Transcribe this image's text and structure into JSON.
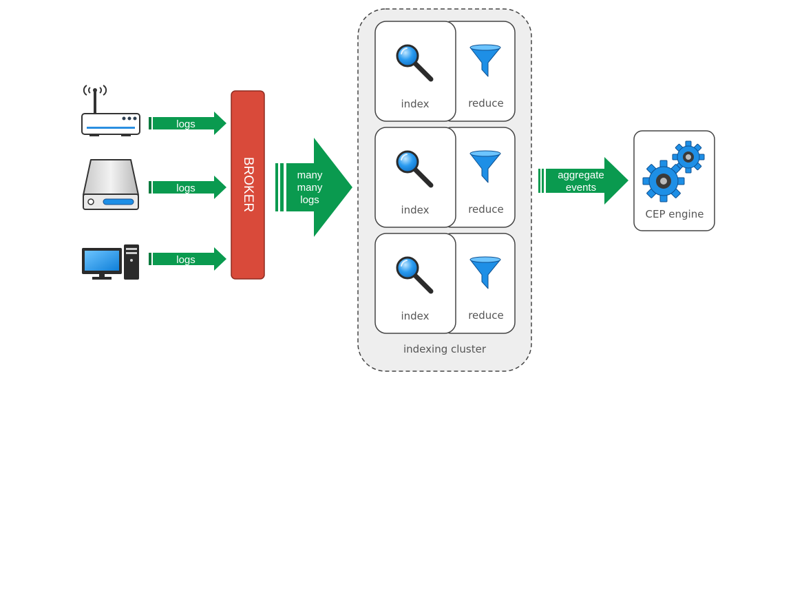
{
  "sources": [
    {
      "icon": "router-icon",
      "arrow_label": "logs"
    },
    {
      "icon": "storage-drive-icon",
      "arrow_label": "logs"
    },
    {
      "icon": "desktop-computer-icon",
      "arrow_label": "logs"
    }
  ],
  "broker": {
    "label": "BROKER"
  },
  "big_arrow": {
    "line1": "many",
    "line2": "many",
    "line3": "logs"
  },
  "cluster": {
    "label": "indexing cluster",
    "nodes": [
      {
        "index_label": "index",
        "reduce_label": "reduce"
      },
      {
        "index_label": "index",
        "reduce_label": "reduce"
      },
      {
        "index_label": "index",
        "reduce_label": "reduce"
      }
    ]
  },
  "aggregate_arrow": {
    "line1": "aggregate",
    "line2": "events"
  },
  "cep": {
    "label": "CEP engine"
  },
  "colors": {
    "arrow_green": "#0a9a4f",
    "broker_red": "#d94a3a",
    "cluster_bg": "#eeeeee",
    "icon_blue": "#1e8fe6"
  }
}
